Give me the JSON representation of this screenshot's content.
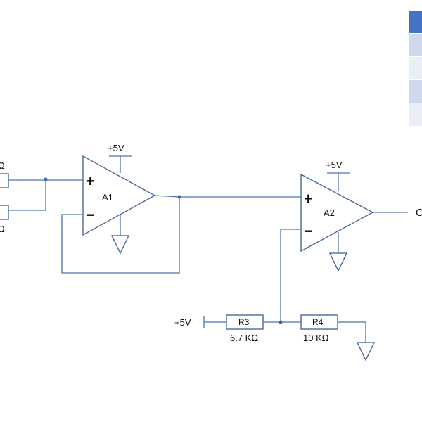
{
  "supply_labels": {
    "a1": "+5V",
    "a2": "+5V",
    "r3_source": "+5V"
  },
  "opamps": {
    "a1": {
      "name": "A1",
      "plus": "+",
      "minus": "−"
    },
    "a2": {
      "name": "A2",
      "plus": "+",
      "minus": "−"
    }
  },
  "resistors": {
    "r3": {
      "name": "R3",
      "value": "6.7 KΩ"
    },
    "r4": {
      "name": "R4",
      "value": "10 KΩ"
    }
  },
  "cropped_text": {
    "left_upper": "Ω",
    "left_lower": "Ω",
    "right_output": "O"
  },
  "legend_table_row_colors": [
    "#4472c4",
    "#d0d8ee",
    "#e9edf6",
    "#d0d8ee",
    "#e9edf6"
  ]
}
